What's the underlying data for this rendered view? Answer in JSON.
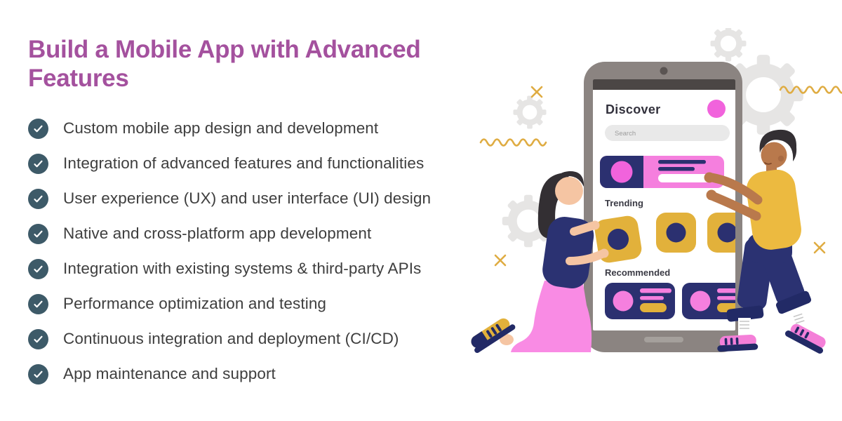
{
  "title": "Build a Mobile App with Advanced Features",
  "features": [
    "Custom mobile app design and development",
    "Integration of advanced features and functionalities",
    "User experience (UX) and user interface (UI) design",
    "Native and cross-platform app development",
    "Integration with existing systems & third-party APIs",
    "Performance optimization and testing",
    "Continuous integration and deployment (CI/CD)",
    "App maintenance and support"
  ],
  "phone_ui": {
    "discover_label": "Discover",
    "search_placeholder": "Search",
    "trending_label": "Trending",
    "recommended_label": "Recommended"
  },
  "icons": {
    "check": "✓",
    "decorations": [
      "gear-icon",
      "squiggle-line-icon",
      "x-mark-icon"
    ]
  },
  "colors": {
    "title_purple": "#A4519E",
    "body_text": "#3E3E3E",
    "check_teal": "#3D5A68",
    "navy": "#2B3070",
    "pink": "#F57FDE",
    "hot_pink": "#F163DC",
    "yellow": "#E2B13B",
    "phone_gray": "#8B8481",
    "status_bar": "#4B4645",
    "search_gray": "#E9E9E9",
    "decoration_yellow": "#DFAC42",
    "gear_gray": "#E6E5E4",
    "skin_light": "#F5C5A3",
    "skin_brown": "#B9794C",
    "hair_dark": "#332F33"
  }
}
